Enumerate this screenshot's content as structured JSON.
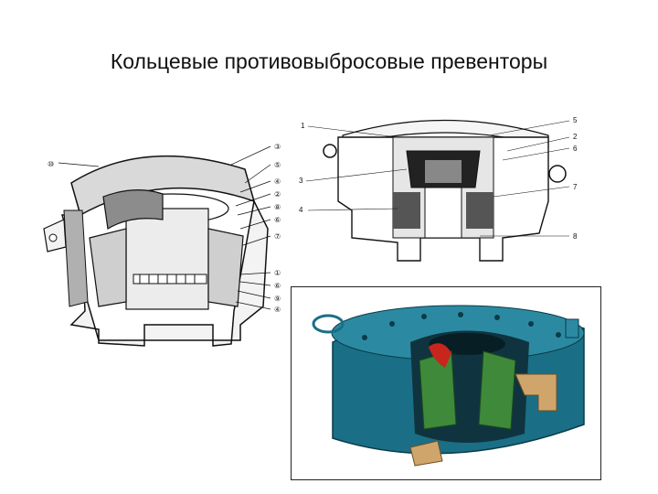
{
  "slide": {
    "title": "Кольцевые противовыбросовые превенторы"
  },
  "left_figure": {
    "callouts": [
      "⑩",
      "③",
      "⑤",
      "④",
      "②",
      "⑧",
      "⑥",
      "⑦",
      "①",
      "⑥",
      "⑨",
      "④"
    ]
  },
  "right_figure": {
    "callouts": [
      "1",
      "5",
      "2",
      "6",
      "3",
      "7",
      "4",
      "8"
    ]
  },
  "colors": {
    "line": "#111111",
    "photo_steel": "#1a6f86",
    "photo_green": "#3e8a3a",
    "photo_red": "#c8251c",
    "photo_tan": "#cfa56b"
  }
}
